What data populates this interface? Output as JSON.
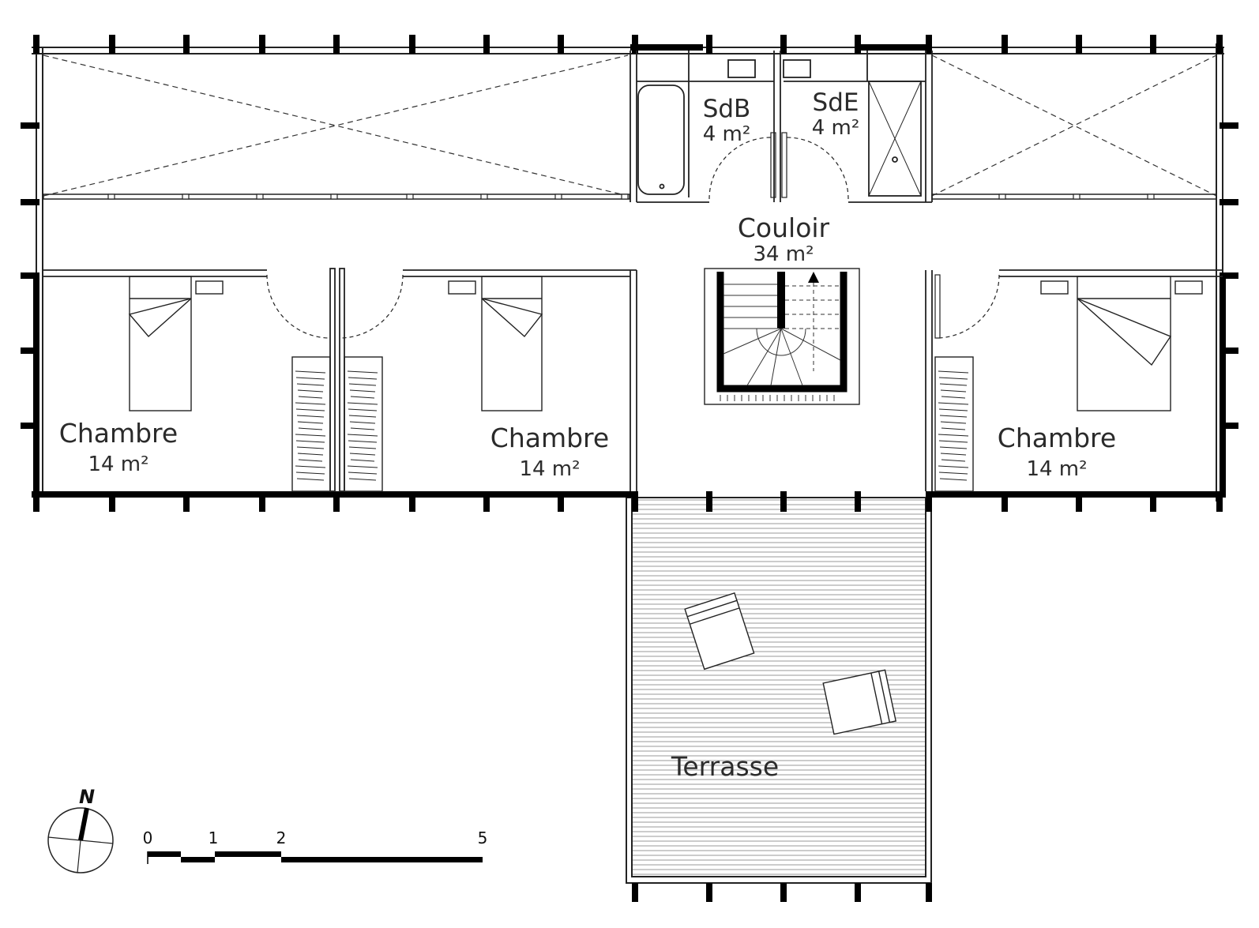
{
  "rooms": {
    "sdb": {
      "name": "SdB",
      "area": "4 m²"
    },
    "sde": {
      "name": "SdE",
      "area": "4 m²"
    },
    "couloir": {
      "name": "Couloir",
      "area": "34 m²"
    },
    "chambre_left": {
      "name": "Chambre",
      "area": "14 m²"
    },
    "chambre_middle": {
      "name": "Chambre",
      "area": "14 m²"
    },
    "chambre_right": {
      "name": "Chambre",
      "area": "14 m²"
    },
    "terrasse": {
      "name": "Terrasse"
    }
  },
  "compass": {
    "north_label": "N"
  },
  "scale_bar": {
    "ticks": [
      "0",
      "1",
      "2",
      "5"
    ]
  },
  "colors": {
    "wall": "#000000",
    "line": "#333333",
    "text": "#2b2b2b"
  }
}
